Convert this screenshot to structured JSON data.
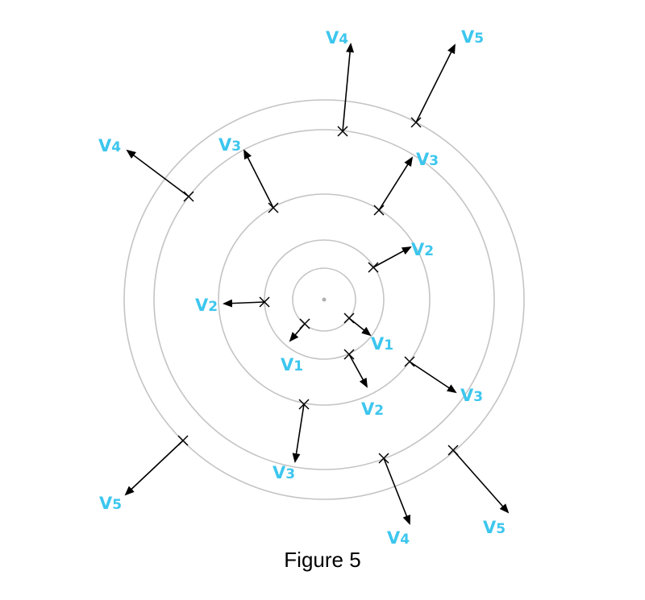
{
  "caption": "Figure 5",
  "colors": {
    "label": "#3cc6ee",
    "ring": "#c4c4c4",
    "ink": "#000000"
  },
  "vectors": [
    {
      "letter": "V",
      "sub": "1"
    },
    {
      "letter": "V",
      "sub": "1"
    },
    {
      "letter": "V",
      "sub": "2"
    },
    {
      "letter": "V",
      "sub": "2"
    },
    {
      "letter": "V",
      "sub": "2"
    },
    {
      "letter": "V",
      "sub": "3"
    },
    {
      "letter": "V",
      "sub": "3"
    },
    {
      "letter": "V",
      "sub": "3"
    },
    {
      "letter": "V",
      "sub": "3"
    },
    {
      "letter": "V",
      "sub": "4"
    },
    {
      "letter": "V",
      "sub": "4"
    },
    {
      "letter": "V",
      "sub": "4"
    },
    {
      "letter": "V",
      "sub": "5"
    },
    {
      "letter": "V",
      "sub": "5"
    },
    {
      "letter": "V",
      "sub": "5"
    }
  ]
}
